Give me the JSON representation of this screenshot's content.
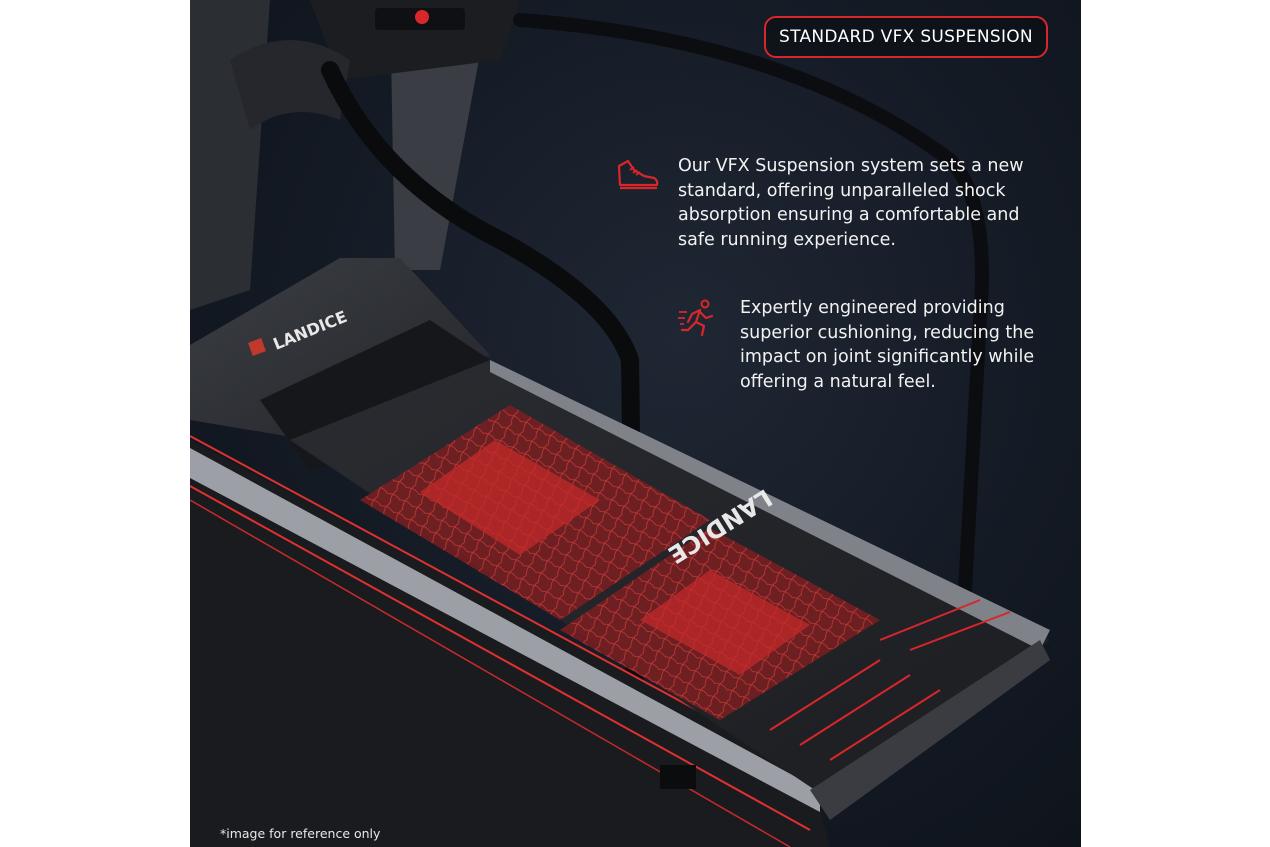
{
  "badge": {
    "label": "STANDARD VFX SUSPENSION"
  },
  "features": [
    {
      "icon": "running-shoe-icon",
      "text": "Our VFX Suspension system sets a new standard, offering unparalleled shock absorption ensuring a comfortable and safe running experience."
    },
    {
      "icon": "running-person-icon",
      "text": "Expertly engineered providing superior cushioning, reducing the impact on joint significantly while offering a natural feel."
    }
  ],
  "brand": {
    "logo_text": "LANDICE",
    "deck_text": "LANDICE"
  },
  "footnote": "*image for reference only",
  "colors": {
    "accent": "#d8262b",
    "background": "#141a24",
    "text": "#f2f2f2"
  }
}
